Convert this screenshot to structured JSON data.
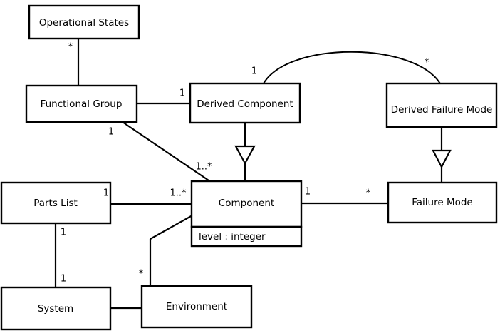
{
  "diagram": {
    "type": "uml-class-diagram",
    "background_color": "#ffffff",
    "line_color": "#000000",
    "classes": [
      {
        "id": "operational_states",
        "name": "Operational States",
        "attributes": []
      },
      {
        "id": "functional_group",
        "name": "Functional Group",
        "attributes": []
      },
      {
        "id": "derived_component",
        "name": "Derived Component",
        "attributes": []
      },
      {
        "id": "derived_failure_mode",
        "name": "Derived Failure Mode",
        "attributes": []
      },
      {
        "id": "parts_list",
        "name": "Parts List",
        "attributes": []
      },
      {
        "id": "component",
        "name": "Component",
        "attributes": [
          "level : integer"
        ]
      },
      {
        "id": "failure_mode",
        "name": "Failure Mode",
        "attributes": []
      },
      {
        "id": "system",
        "name": "System",
        "attributes": []
      },
      {
        "id": "environment",
        "name": "Environment",
        "attributes": []
      }
    ],
    "multiplicities": [
      {
        "id": "m_opstates_fg",
        "label": "*",
        "near": "operational-states-to-functional-group"
      },
      {
        "id": "m_fg_dc",
        "label": "1",
        "near": "functional-group-to-derived-component"
      },
      {
        "id": "m_dc_arc",
        "label": "1",
        "near": "derived-component-arc-end"
      },
      {
        "id": "m_dfm_arc",
        "label": "*",
        "near": "derived-failure-mode-arc-end"
      },
      {
        "id": "m_fg_comp",
        "label": "1",
        "near": "functional-group-to-component-top"
      },
      {
        "id": "m_comp_fg",
        "label": "1..*",
        "near": "functional-group-to-component-bottom"
      },
      {
        "id": "m_pl_comp_left",
        "label": "1",
        "near": "parts-list-to-component-left"
      },
      {
        "id": "m_pl_comp_right",
        "label": "1..*",
        "near": "parts-list-to-component-right"
      },
      {
        "id": "m_comp_fm_left",
        "label": "1",
        "near": "component-to-failure-mode-left"
      },
      {
        "id": "m_comp_fm_right",
        "label": "*",
        "near": "component-to-failure-mode-right"
      },
      {
        "id": "m_pl_sys_top",
        "label": "1",
        "near": "parts-list-to-system-top"
      },
      {
        "id": "m_pl_sys_bottom",
        "label": "1",
        "near": "parts-list-to-system-bottom"
      },
      {
        "id": "m_env_comp",
        "label": "*",
        "near": "environment-to-component"
      }
    ],
    "relationships": [
      {
        "id": "r1",
        "kind": "association",
        "from": "operational_states",
        "to": "functional_group"
      },
      {
        "id": "r2",
        "kind": "association",
        "from": "functional_group",
        "to": "derived_component"
      },
      {
        "id": "r3",
        "kind": "association-arc",
        "from": "derived_component",
        "to": "derived_failure_mode"
      },
      {
        "id": "r4",
        "kind": "generalization",
        "from": "derived_component",
        "to": "component"
      },
      {
        "id": "r5",
        "kind": "generalization",
        "from": "derived_failure_mode",
        "to": "failure_mode"
      },
      {
        "id": "r6",
        "kind": "association",
        "from": "functional_group",
        "to": "component"
      },
      {
        "id": "r7",
        "kind": "association",
        "from": "parts_list",
        "to": "component"
      },
      {
        "id": "r8",
        "kind": "association",
        "from": "component",
        "to": "failure_mode"
      },
      {
        "id": "r9",
        "kind": "association",
        "from": "parts_list",
        "to": "system"
      },
      {
        "id": "r10",
        "kind": "association",
        "from": "system",
        "to": "environment"
      },
      {
        "id": "r11",
        "kind": "association",
        "from": "environment",
        "to": "component"
      }
    ]
  }
}
